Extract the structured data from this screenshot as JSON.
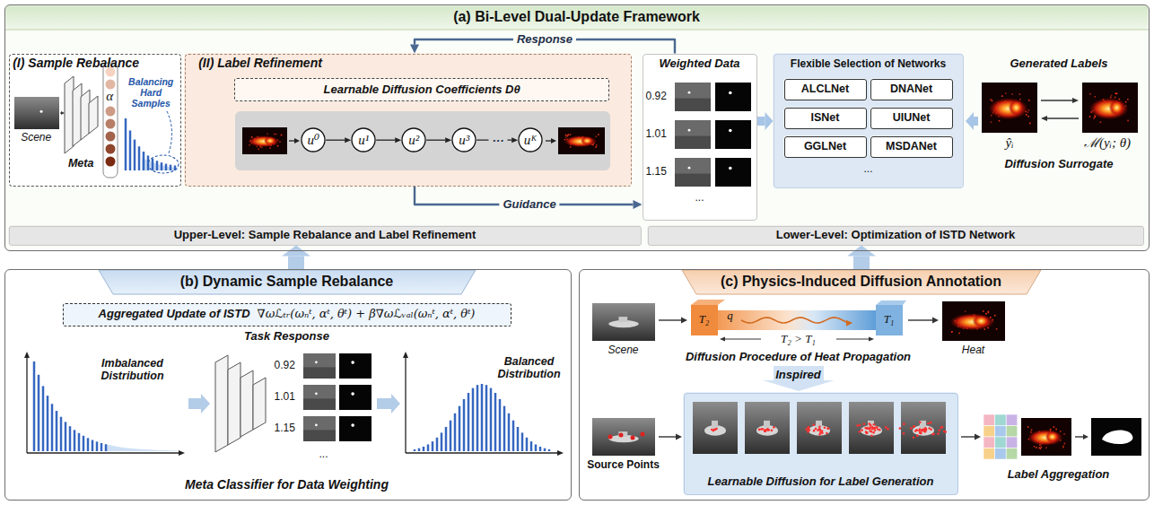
{
  "diagram": {
    "nodes": [
      {
        "text": [
          "(a) Bi-Level Dual-Update Framework"
        ]
      },
      {
        "text": [
          "(I) Sample Rebalance",
          "Balancing Hard Samples",
          "α",
          "Scene",
          "Meta"
        ],
        "in": 0
      },
      {
        "text": [
          "(II) Label Refinement"
        ],
        "in": 0
      },
      {
        "text": [
          "Learnable Diffusion Coefficients Dθ"
        ],
        "in": 2
      },
      {
        "text": [
          "u⁰"
        ],
        "in": 2
      },
      {
        "text": [
          "u¹"
        ],
        "in": 2
      },
      {
        "text": [
          "u²"
        ],
        "in": 2
      },
      {
        "text": [
          "u³"
        ],
        "in": 2
      },
      {
        "text": [
          "uᴷ"
        ],
        "in": 2
      },
      {
        "text": [
          "Weighted Data",
          "0.92",
          "1.01",
          "1.15",
          "..."
        ],
        "in": 0
      },
      {
        "text": [
          "Flexible Selection of Networks",
          "..."
        ],
        "in": 0
      },
      {
        "text": [
          "ALCLNet"
        ],
        "in": 10
      },
      {
        "text": [
          "DNANet"
        ],
        "in": 10
      },
      {
        "text": [
          "ISNet"
        ],
        "in": 10
      },
      {
        "text": [
          "UIUNet"
        ],
        "in": 10
      },
      {
        "text": [
          "GGLNet"
        ],
        "in": 10
      },
      {
        "text": [
          "MSDANet"
        ],
        "in": 10
      },
      {
        "text": [
          "Upper-Level: Sample Rebalance and Label Refinement"
        ],
        "in": 0
      },
      {
        "text": [
          "Lower-Level: Optimization of ISTD Network"
        ],
        "in": 0
      },
      {
        "text": [
          "(b) Dynamic Sample Rebalance",
          "Task Response",
          "Imbalanced Distribution",
          "0.92",
          "1.01",
          "1.15",
          "...",
          "Balanced Distribution",
          "Meta Classifier for Data Weighting"
        ]
      },
      {
        "text": [
          "Aggregated Update of ISTD",
          "∇ωℒₜᵣ(ωₙᵗ, αᵗ, θᵗ) + β∇ωℒᵥₐₗ(ωₙᵗ, αᵗ, θᵗ)"
        ],
        "in": 19
      },
      {
        "text": [
          "(c) Physics-Induced Diffusion Annotation",
          "Scene",
          "T₂",
          "q",
          "T₁",
          "T₂ > T₁",
          "Heat",
          "Diffusion Procedure of Heat Propagation",
          "Inspired",
          "Source Points",
          "Label Aggregation"
        ]
      },
      {
        "text": [
          "Learnable Diffusion for Label Generation"
        ],
        "in": 21
      }
    ],
    "edges": [
      {
        "from": 9,
        "to": 2,
        "arrow": "to",
        "label": "Response"
      },
      {
        "from": 2,
        "to": 9,
        "arrow": "to",
        "label": "Guidance"
      },
      {
        "from": 4,
        "to": 5,
        "arrow": "to"
      },
      {
        "from": 5,
        "to": 6,
        "arrow": "to"
      },
      {
        "from": 6,
        "to": 7,
        "arrow": "to"
      },
      {
        "from": 7,
        "to": 8,
        "arrow": "to",
        "label": "···"
      },
      {
        "from": 9,
        "to": 10,
        "arrow": "to"
      },
      {
        "from": 19,
        "to": 17,
        "arrow": "to"
      },
      {
        "from": 21,
        "to": 18,
        "arrow": "to"
      }
    ],
    "labels": [
      "Generated Labels",
      "ŷᵢ",
      "ℳ(yᵢ; θ)",
      "Diffusion Surrogate"
    ]
  }
}
